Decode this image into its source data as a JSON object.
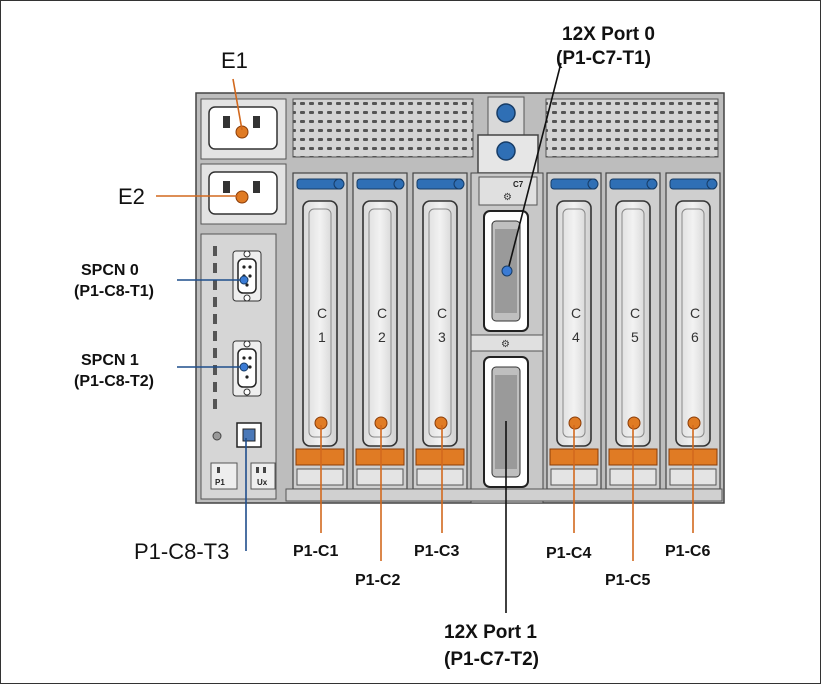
{
  "labels": {
    "e1": "E1",
    "e2": "E2",
    "spcn0_line1": "SPCN 0",
    "spcn0_line2": "(P1-C8-T1)",
    "spcn1_line1": "SPCN 1",
    "spcn1_line2": "(P1-C8-T2)",
    "p1_c8_t3": "P1-C8-T3",
    "port0_line1": "12X Port 0",
    "port0_line2": "(P1-C7-T1)",
    "port1_line1": "12X Port 1",
    "port1_line2": "(P1-C7-T2)",
    "p1_c1": "P1-C1",
    "p1_c2": "P1-C2",
    "p1_c3": "P1-C3",
    "p1_c4": "P1-C4",
    "p1_c5": "P1-C5",
    "p1_c6": "P1-C6"
  },
  "slots": [
    {
      "letter": "C",
      "num": "1"
    },
    {
      "letter": "C",
      "num": "2"
    },
    {
      "letter": "C",
      "num": "3"
    },
    {
      "letter": "C",
      "num": "4"
    },
    {
      "letter": "C",
      "num": "5"
    },
    {
      "letter": "C",
      "num": "6"
    }
  ],
  "small_labels": {
    "c7": "C7",
    "p1": "P1",
    "ux": "Ux"
  },
  "colors": {
    "leader_orange": "#d2691e",
    "handle_orange": "#e07b24",
    "latch_blue": "#2f6fb5",
    "chassis_gray": "#c9c9c9"
  }
}
